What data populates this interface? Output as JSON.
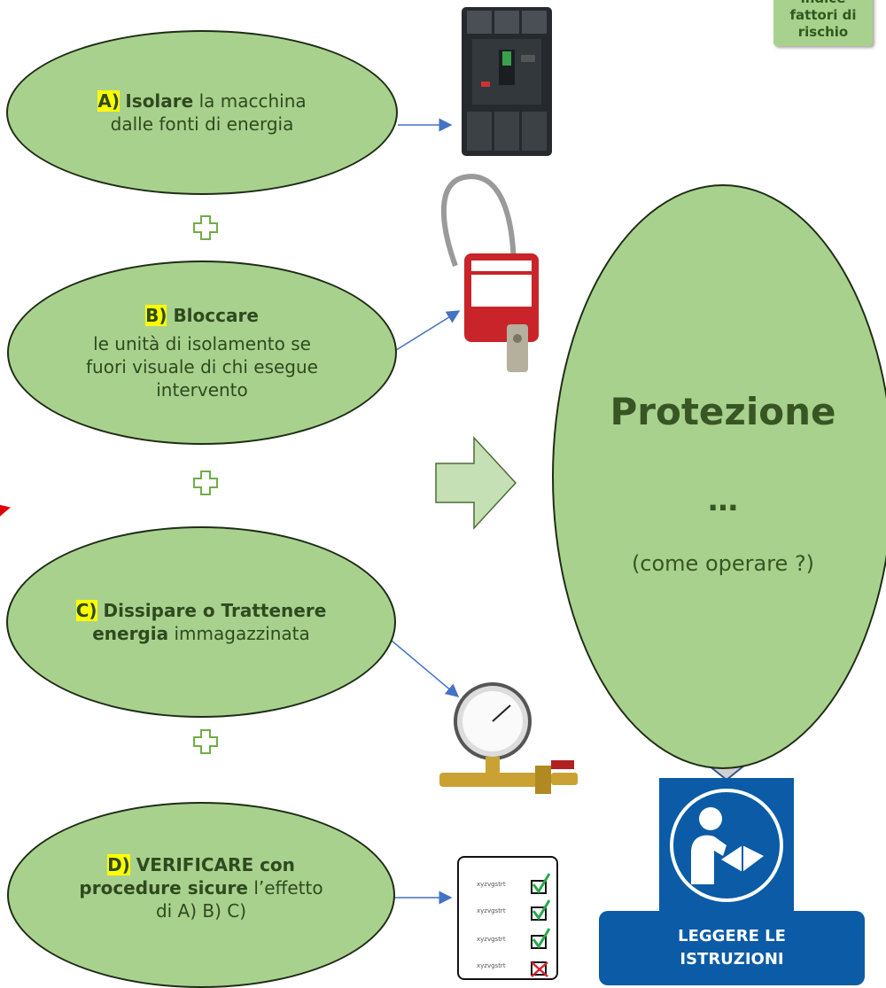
{
  "back_button": {
    "line1": "Torna a indice",
    "line2": "fattori di rischio"
  },
  "steps": [
    {
      "letter": "A)",
      "bold": "Isolare",
      "rest": " la macchina",
      "line2": "dalle fonti di energia"
    },
    {
      "letter": "B)",
      "bold": "Bloccare",
      "line2": "le unità di isolamento se",
      "line3": "fuori visuale di chi esegue",
      "line4": "intervento"
    },
    {
      "letter": "C)",
      "bold": "Dissipare o Trattenere",
      "bold2": "energia",
      "rest2": " immagazzinata"
    },
    {
      "letter": "D)",
      "bold": "VERIFICARE con",
      "bold2": "procedure sicure",
      "rest2": " l’effetto",
      "line3": "di A) B) C)"
    }
  ],
  "protezione": {
    "title": "Protezione",
    "dots": "…",
    "subtitle": "(come operare ?)"
  },
  "checklist": {
    "items": [
      "xyzvgstrt",
      "xyzvgstrt",
      "xyzvgstrt",
      "xyzvgstrt"
    ]
  },
  "read_instructions": {
    "line1": "LEGGERE LE",
    "line2": "ISTRUZIONI"
  },
  "colors": {
    "ellipse_fill": "#a9d18e",
    "instruction_blue": "#0b5ba6",
    "highlight": "#ffff00",
    "text_green": "#375623"
  }
}
